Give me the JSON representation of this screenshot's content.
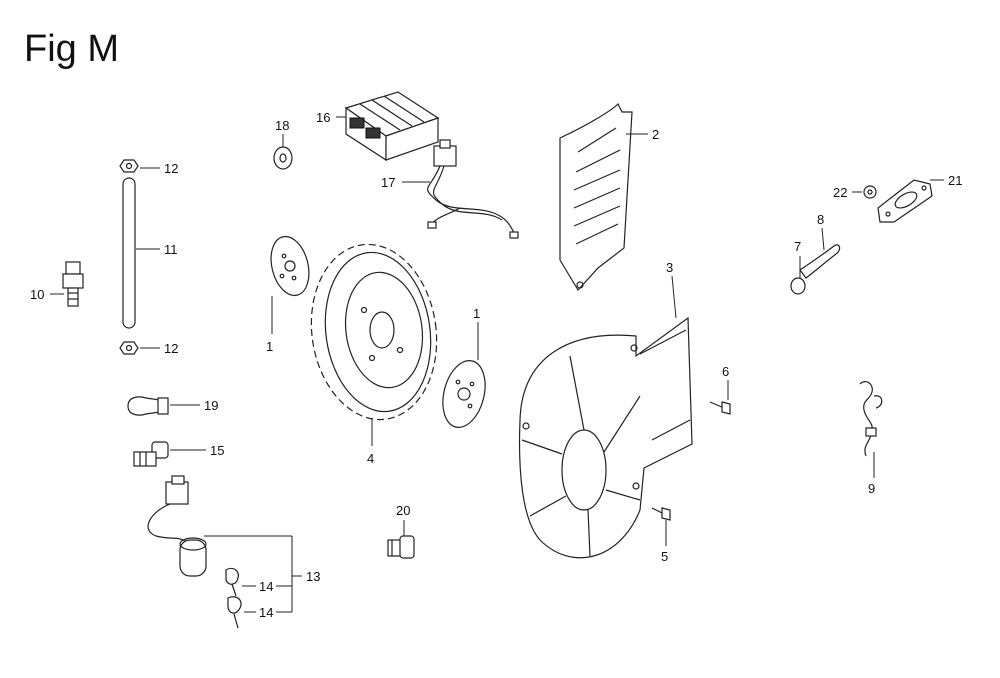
{
  "figure": {
    "title": "Fig M"
  },
  "callouts": {
    "c1a": "1",
    "c1b": "1",
    "c2": "2",
    "c3": "3",
    "c4": "4",
    "c5": "5",
    "c6": "6",
    "c7": "7",
    "c8": "8",
    "c9": "9",
    "c10": "10",
    "c11": "11",
    "c12a": "12",
    "c12b": "12",
    "c13": "13",
    "c14a": "14",
    "c14b": "14",
    "c15": "15",
    "c16": "16",
    "c17": "17",
    "c18": "18",
    "c19": "19",
    "c20": "20",
    "c21": "21",
    "c22": "22"
  }
}
